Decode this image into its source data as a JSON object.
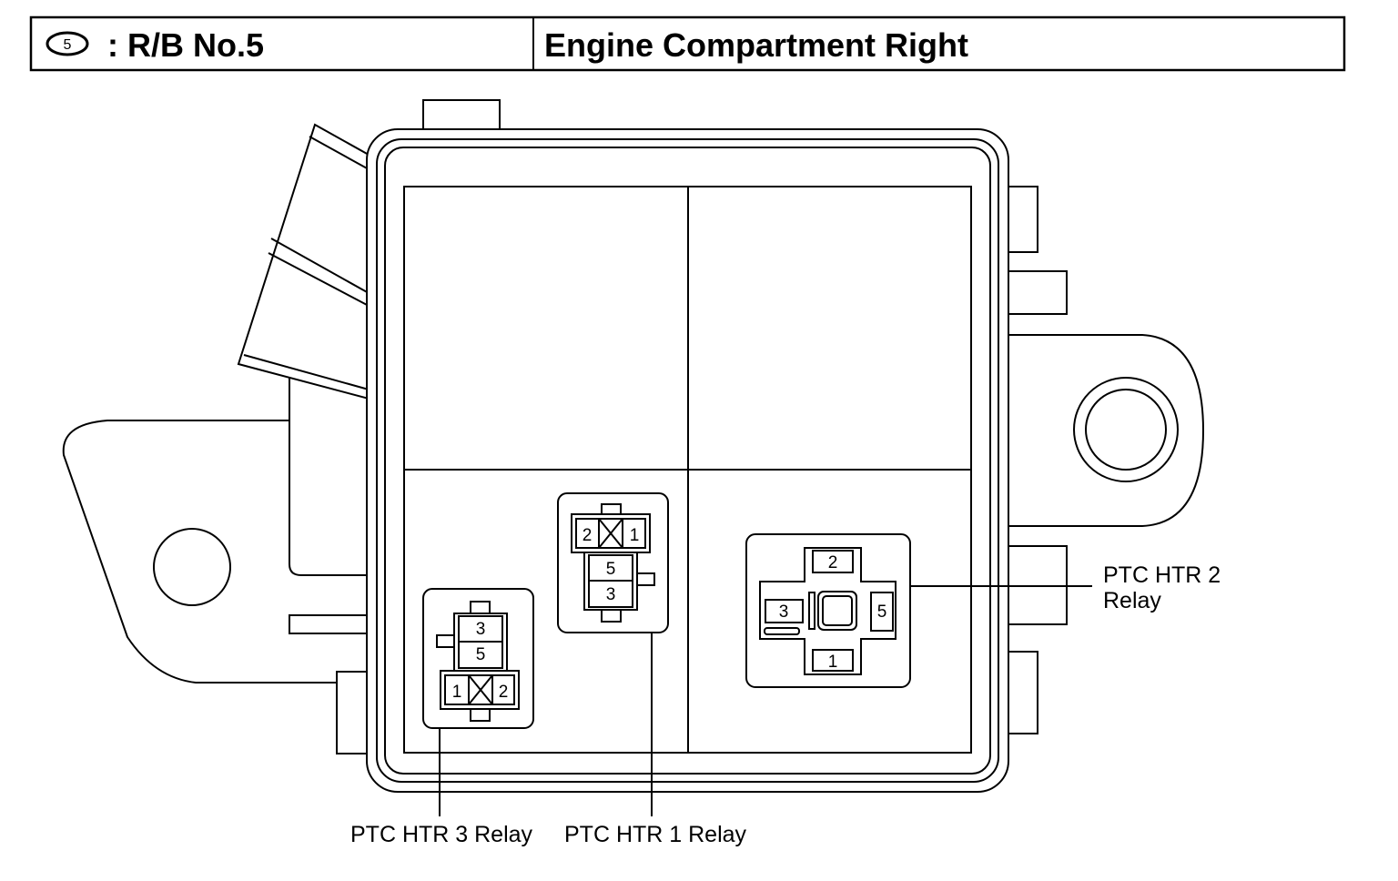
{
  "header": {
    "badge_number": "5",
    "block_name": ": R/B No.5",
    "location": "Engine Compartment Right"
  },
  "relays": {
    "ptc_htr_1": {
      "label": "PTC HTR 1 Relay",
      "pins": {
        "p2": "2",
        "p1": "1",
        "p5": "5",
        "p3": "3"
      }
    },
    "ptc_htr_2": {
      "label_line1": "PTC HTR 2",
      "label_line2": "Relay",
      "pins": {
        "p2": "2",
        "p3": "3",
        "p5": "5",
        "p1": "1"
      }
    },
    "ptc_htr_3": {
      "label": "PTC HTR 3 Relay",
      "pins": {
        "p3": "3",
        "p5": "5",
        "p1": "1",
        "p2": "2"
      }
    }
  }
}
